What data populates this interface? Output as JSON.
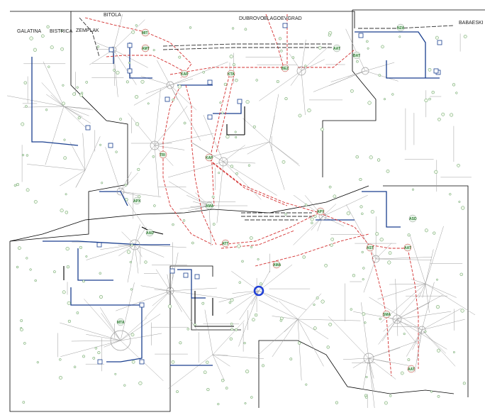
{
  "regions": [
    {
      "id": "galatina",
      "label": "GALATINA"
    },
    {
      "id": "bistrica",
      "label": "BISTRICA"
    },
    {
      "id": "zemplak",
      "label": "ZEMPLAK"
    },
    {
      "id": "bitola",
      "label": "BITOLA"
    },
    {
      "id": "dubrovo",
      "label": "DUBROVO"
    },
    {
      "id": "blagoevgrad",
      "label": "BLAGOEVGRAD"
    },
    {
      "id": "babaeski",
      "label": "BABAESKI"
    }
  ],
  "major_substations": [
    {
      "id": "mtt",
      "label": "MIT"
    },
    {
      "id": "amt",
      "label": "AMT"
    },
    {
      "id": "kap1",
      "label": "KAP"
    },
    {
      "id": "kta",
      "label": "KTA"
    },
    {
      "id": "bez",
      "label": "BEZ"
    },
    {
      "id": "aat",
      "label": "AAT"
    },
    {
      "id": "nza",
      "label": "NZA"
    },
    {
      "id": "bat",
      "label": "BAT"
    },
    {
      "id": "tri",
      "label": "TRI"
    },
    {
      "id": "kap2",
      "label": "KAP"
    },
    {
      "id": "apx",
      "label": "APX"
    },
    {
      "id": "ama",
      "label": "AMA"
    },
    {
      "id": "apy",
      "label": "APY"
    },
    {
      "id": "aad",
      "label": "AAD"
    },
    {
      "id": "att",
      "label": "ATT"
    },
    {
      "id": "asd",
      "label": "ASD"
    },
    {
      "id": "ast",
      "label": "AST"
    },
    {
      "id": "aat2",
      "label": "AAT"
    },
    {
      "id": "ama2",
      "label": "AMA"
    },
    {
      "id": "mta",
      "label": "MTA"
    },
    {
      "id": "sma",
      "label": "SMA"
    },
    {
      "id": "aat3",
      "label": "AAT"
    }
  ],
  "colors": {
    "grid_line": "#9e9e9e",
    "voltage_high": "#d32f2f",
    "voltage_mid": "#1a3f8f",
    "border": "#000000",
    "node": "#2e7d32",
    "highlight": "#1f3fd6"
  }
}
